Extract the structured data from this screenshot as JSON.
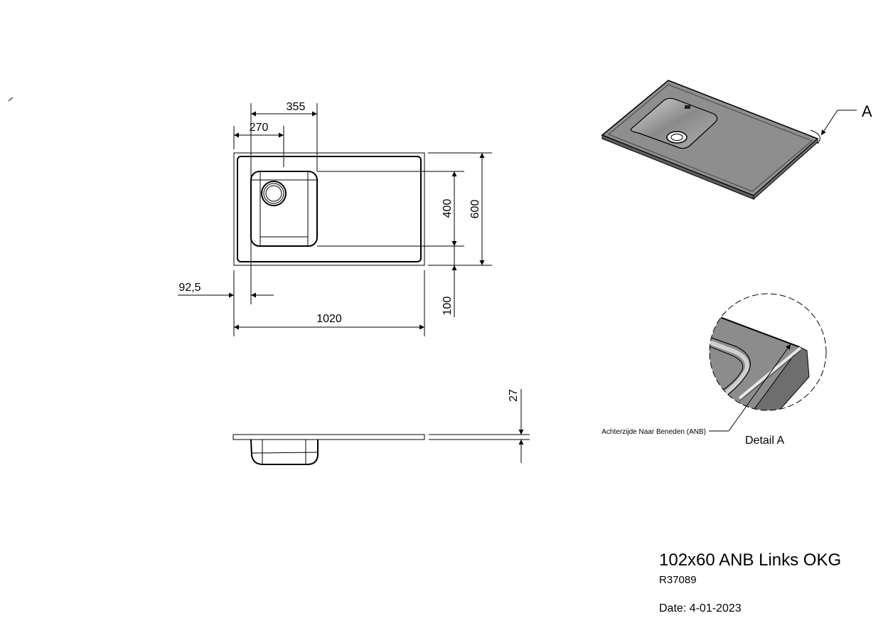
{
  "plan_view": {
    "dimensions": {
      "d355": "355",
      "d270": "270",
      "d400": "400",
      "d600": "600",
      "d100": "100",
      "d92_5": "92,5",
      "d1020": "1020"
    }
  },
  "side_view": {
    "dimensions": {
      "d27": "27"
    }
  },
  "iso_view": {
    "callout_label": "A"
  },
  "detail_view": {
    "leader_note": "Achterzijde Naar Beneden (ANB)",
    "title": "Detail A"
  },
  "title_block": {
    "title": "102x60 ANB Links OKG",
    "code": "R37089",
    "date": "Date: 4-01-2023"
  },
  "colors": {
    "line": "#000000",
    "surface": "#8c8c8c",
    "surface_dark": "#5a5a5a",
    "surface_light": "#b5b5b5"
  }
}
